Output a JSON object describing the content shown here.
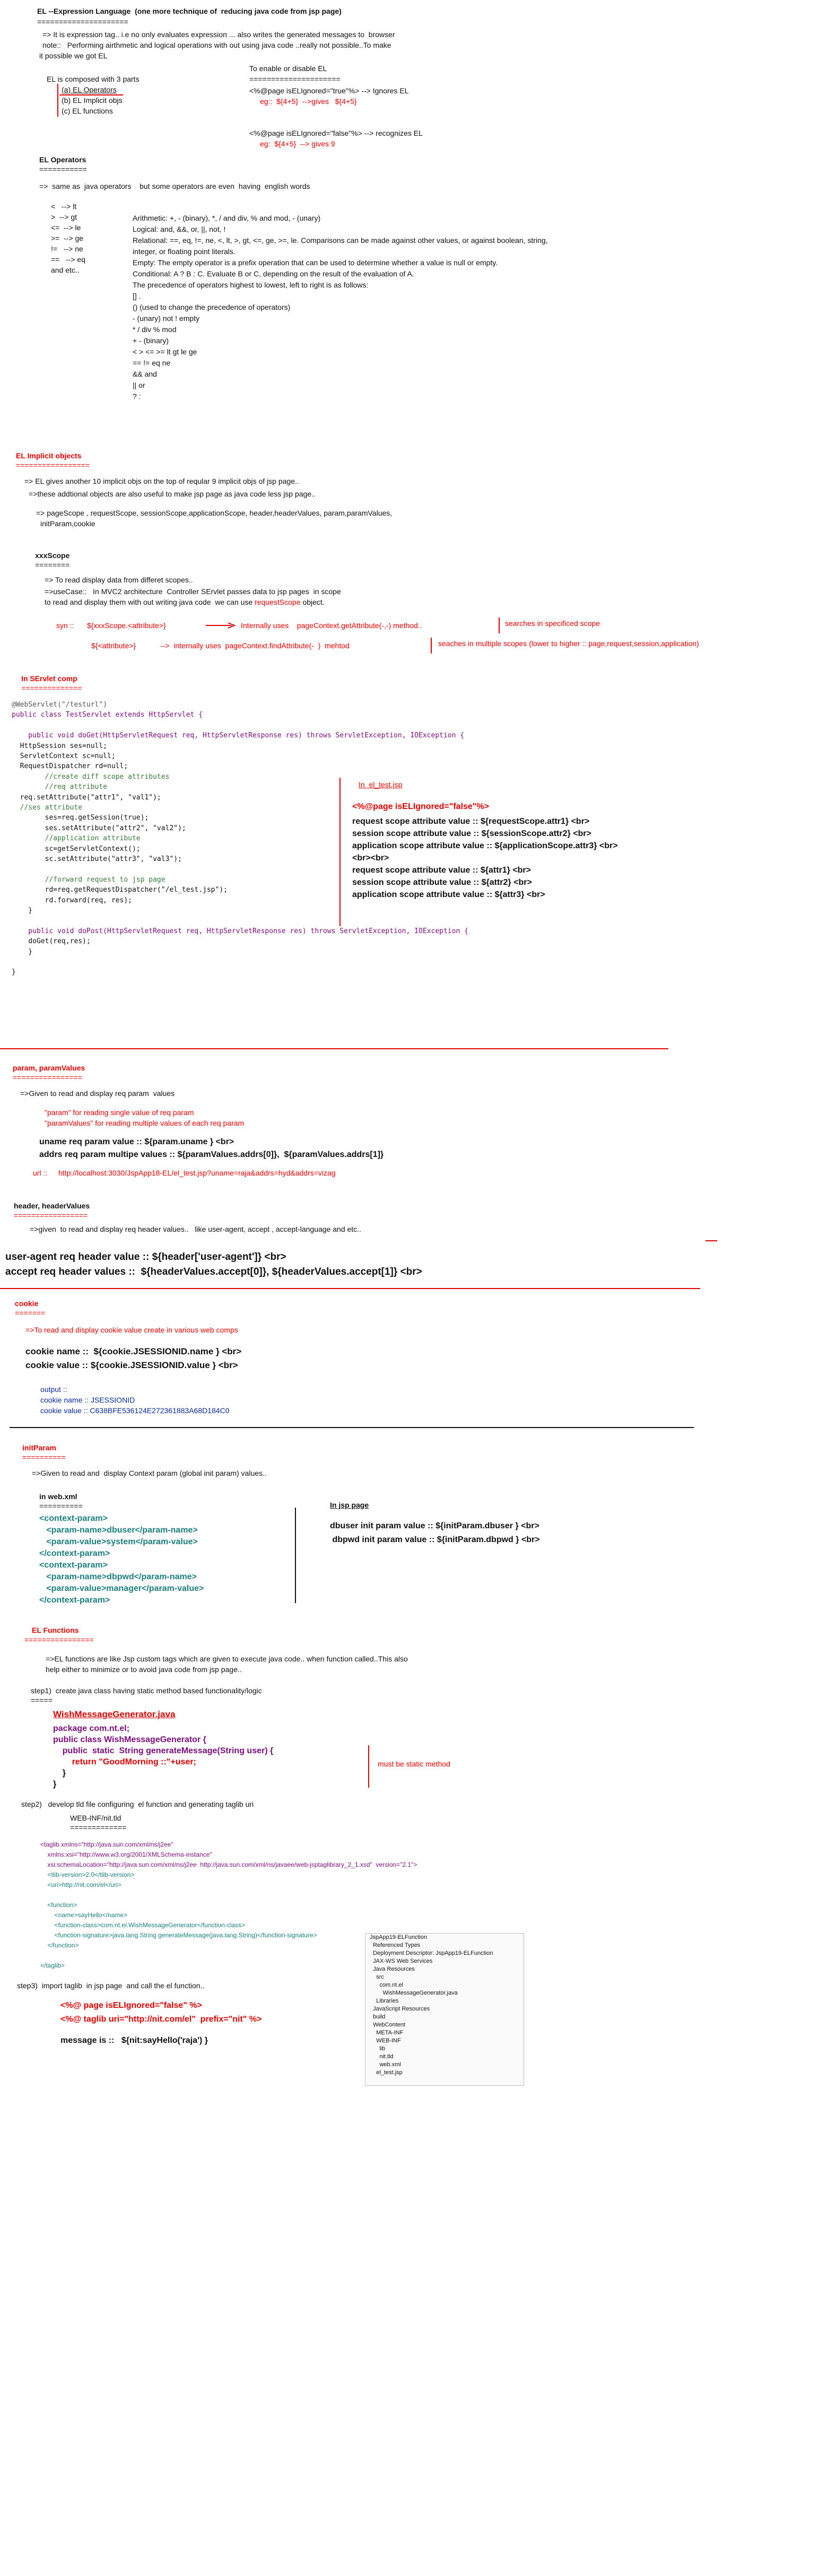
{
  "intro": {
    "l1": "EL --Expression Language  (one more technique of  reducing java code from jsp page)",
    "l2": "=====================",
    "l3": "=> It is expression tag.. i.e no only evaluates expression ... also writes the generated messages to  browser",
    "l4": "note::   Performing airthmetic and logical operations with out using java code ..really not possible..To make",
    "l5": "it possible we got EL",
    "parts_title": "EL is composed with 3 parts",
    "part_a": "(a) EL Operators",
    "part_b": "(b) EL Implicit objs",
    "part_c": "(c) EL functions"
  },
  "enable": {
    "title": "To enable or disable EL",
    "sep": "=====================",
    "l1": "<%@page isELIgnored=\"true\"%> --> Ignores EL",
    "l2": "eg::  ${4+5}  -->gives   ${4+5}",
    "l3": "<%@page isELIgnored=\"false\"%> --> recognizes EL",
    "l4": "eg:  ${4+5}  --> gives 9"
  },
  "operators": {
    "title": "EL Operators",
    "sep": "===========",
    "l1": "=>  same as  java operators    but some operators are even  having  english words",
    "sym": [
      "<   --> lt",
      ">  --> gt",
      "<=  --> le",
      ">=  --> ge",
      "!=   --> ne",
      "==   --> eq",
      "and etc.."
    ],
    "desc": [
      "Arithmetic: +, - (binary), *, / and div, % and mod, - (unary)",
      "Logical: and, &&, or, ||, not, !",
      "Relational: ==, eq, !=, ne, <, lt, >, gt, <=, ge, >=, le. Comparisons can be made against other values, or against boolean, string,",
      "integer, or floating point literals.",
      "Empty: The empty operator is a prefix operation that can be used to determine whether a value is null or empty.",
      "Conditional: A ? B : C. Evaluate B or C, depending on the result of the evaluation of A.",
      "The precedence of operators highest to lowest, left to right is as follows:",
      "[] .",
      "() (used to change the precedence of operators)",
      "- (unary) not ! empty",
      "* / div % mod",
      "+ - (binary)",
      "< > <= >= lt gt le ge",
      "== != eq ne",
      "&& and",
      "|| or",
      "? :"
    ]
  },
  "implicit": {
    "title": "EL Implicit objects",
    "sep": "=================",
    "l1": "=> EL gives another 10 implicit objs on the top of reqular 9 implicit objs of jsp page..",
    "l2": "=>these addtional objects are also useful to make jsp page as java code less jsp page..",
    "l3": "=> pageScope , requestScope, sessionScope,applicationScope, header,headerValues, param,paramValues,",
    "l4": "initParam,cookie",
    "xxx_title": "xxxScope",
    "xxx_sep": "========",
    "x1": "=> To read display data from differet scopes..",
    "x2": "=>useCase::   In MVC2 architecture  Controller SErvlet passes data to jsp pages  in scope",
    "x3": "to read and display them with out writing java code  we can use ",
    "x3b": "requestScope",
    "x3c": " object.",
    "syn_label": "syn ::",
    "syn1": "${xxxScope.<attribute>}",
    "syn1_mid": "Internally uses    pageContext.getAttribute(-,-) method..",
    "syn1_note": "searches in specificed scope",
    "syn2": "${<attribute>}",
    "syn2_mid": "-->  internally uses  pageContext.findAttribute(-  )  mehtod",
    "syn2_note": "seaches in multiple scopes (lower to higher :: page,request,session,application)"
  },
  "servlet": {
    "title": "In SErvlet comp",
    "sep": "==============",
    "code": [
      "@WebServlet(\"/testurl\")",
      "public class TestServlet extends HttpServlet {",
      "",
      "    public void doGet(HttpServletRequest req, HttpServletResponse res) throws ServletException, IOException {",
      "  HttpSession ses=null;",
      "  ServletContext sc=null;",
      "  RequestDispatcher rd=null;",
      "        //create diff scope attributes",
      "        //req attribute",
      "  req.setAttribute(\"attr1\", \"val1\");",
      "  //ses attribute",
      "        ses=req.getSession(true);",
      "        ses.setAttribute(\"attr2\", \"val2\");",
      "        //application attribute",
      "        sc=getServletContext();",
      "        sc.setAttribute(\"attr3\", \"val3\");",
      "",
      "        //forward request to jsp page",
      "        rd=req.getRequestDispatcher(\"/el_test.jsp\");",
      "        rd.forward(req, res);",
      "    }",
      "",
      "    public void doPost(HttpServletRequest req, HttpServletResponse res) throws ServletException, IOException {",
      "    doGet(req,res);",
      "    }",
      "",
      "}"
    ],
    "jsp_title": "In  el_test.jsp",
    "jsp_directive": "<%@page isELIgnored=\"false\"%>",
    "jsp_lines": [
      "request scope attribute value :: ${requestScope.attr1} <br>",
      "session scope attribute value :: ${sessionScope.attr2} <br>",
      "application scope attribute value :: ${applicationScope.attr3} <br>",
      "<br><br>",
      "request scope attribute value :: ${attr1} <br>",
      "session scope attribute value :: ${attr2} <br>",
      "application scope attribute value :: ${attr3} <br>"
    ]
  },
  "param": {
    "title": "param, paramValues",
    "sep": "================",
    "l1": "=>Given to read and display req param  values",
    "r1": "\"param\" for reading single value of req param",
    "r2": "\"paramValues\" for reading multiple values of each req param",
    "b1": "uname req param value :: ${param.uname } <br>",
    "b2": "addrs req param multipe values :: ${paramValues.addrs[0]},  ${paramValues.addrs[1]}",
    "url_label": "url ::",
    "url": "http://localhost:3030/JspApp18-EL/el_test.jsp?uname=raja&addrs=hyd&addrs=vizag"
  },
  "header": {
    "title": "header, headerValues",
    "sep": "=================",
    "l1": "=>given  to read and display req header values..   like user-agent, accept , accept-language and etc..",
    "b1": "user-agent req header value :: ${header['user-agent']} <br>",
    "b2": "accept req header values ::  ${headerValues.accept[0]}, ${headerValues.accept[1]} <br>"
  },
  "cookie": {
    "title": "cookie",
    "sep": "=======",
    "l1": "=>To read and display cookie value create in various web comps",
    "b1": "cookie name ::  ${cookie.JSESSIONID.name } <br>",
    "b2": "cookie value :: ${cookie.JSESSIONID.value } <br>",
    "o1": "output ::",
    "o2": "cookie name :: JSESSIONID",
    "o3": "cookie value :: C638BFE536124E272361883A68D184C0"
  },
  "initparam": {
    "title": "initParam",
    "sep": "==========",
    "l1": "=>Given to read and  display Context param (global init param) values..",
    "web_title": "in web.xml",
    "web_sep": "==========",
    "xml": [
      "<context-param>",
      "   <param-name>dbuser</param-name>",
      "   <param-value>system</param-value>",
      "</context-param>",
      "<context-param>",
      "   <param-name>dbpwd</param-name>",
      "   <param-value>manager</param-value>",
      "</context-param>"
    ],
    "jsp_title": "In jsp page",
    "j1": "dbuser init param value :: ${initParam.dbuser } <br>",
    "j2": " dbpwd init param value :: ${initParam.dbpwd } <br>"
  },
  "functions": {
    "title": "EL Functions",
    "sep": "================",
    "l1": "=>EL functions are like Jsp custom tags which are given to execute java code.. when function called..This also",
    "l2": "help either to minimize or to avoid java code from jsp page..",
    "s1": "step1)  create java class having static method based functionality/logic",
    "s1_sep": "=====",
    "file1": "WishMessageGenerator.java",
    "code": [
      "package com.nt.el;",
      "public class WishMessageGenerator {",
      "    public  static  String generateMessage(String user) {",
      "        return \"GoodMorning ::\"+user;",
      "    }",
      "}"
    ],
    "static_note": "must be static method",
    "s2": "step2)   develop tld file configuring  el function and generating taglib uri",
    "tld_file": "WEB-INF/nit.tld",
    "tld_sep": "=============",
    "tld": [
      "<taglib xmlns=\"http://java.sun.com/xml/ns/j2ee\"",
      "    xmlns:xsi=\"http://www.w3.org/2001/XMLSchema-instance\"",
      "    xsi:schemaLocation=\"http://java.sun.com/xml/ns/j2ee  http://java.sun.com/xml/ns/javaee/web-jsptaglibrary_2_1.xsd\"  version=\"2.1\">",
      "    <tlib-version>2.0</tlib-version>",
      "    <uri>http://nit.com/el</uri>",
      "",
      "    <function>",
      "        <name>sayHello</name>",
      "        <function-class>com.nt.el.WishMessageGenerator</function-class>",
      "        <function-signature>java.lang.String generateMessage(java.lang.String)</function-signature>",
      "    </function>",
      "",
      "</taglib>"
    ],
    "s3": "step3)  import taglib  in jsp page  and call the el function..",
    "j1": "<%@ page isELIgnored=\"false\" %>",
    "j2": "<%@ taglib uri=\"http://nit.com/el\"  prefix=\"nit\" %>",
    "j3": "message is ::   ${nit:sayHello('raja') }"
  },
  "project_tree": [
    "JspApp19-ELFunction",
    "  Referenced Types",
    "  Deployment Descriptor: JspApp19-ELFunction",
    "  JAX-WS Web Services",
    "  Java Resources",
    "    src",
    "      com.nt.el",
    "        WishMessageGenerator.java",
    "    Libraries",
    "  JavaScript Resources",
    "  build",
    "  WebContent",
    "    META-INF",
    "    WEB-INF",
    "      lib",
    "      nit.tld",
    "      web.xml",
    "    el_test.jsp"
  ]
}
